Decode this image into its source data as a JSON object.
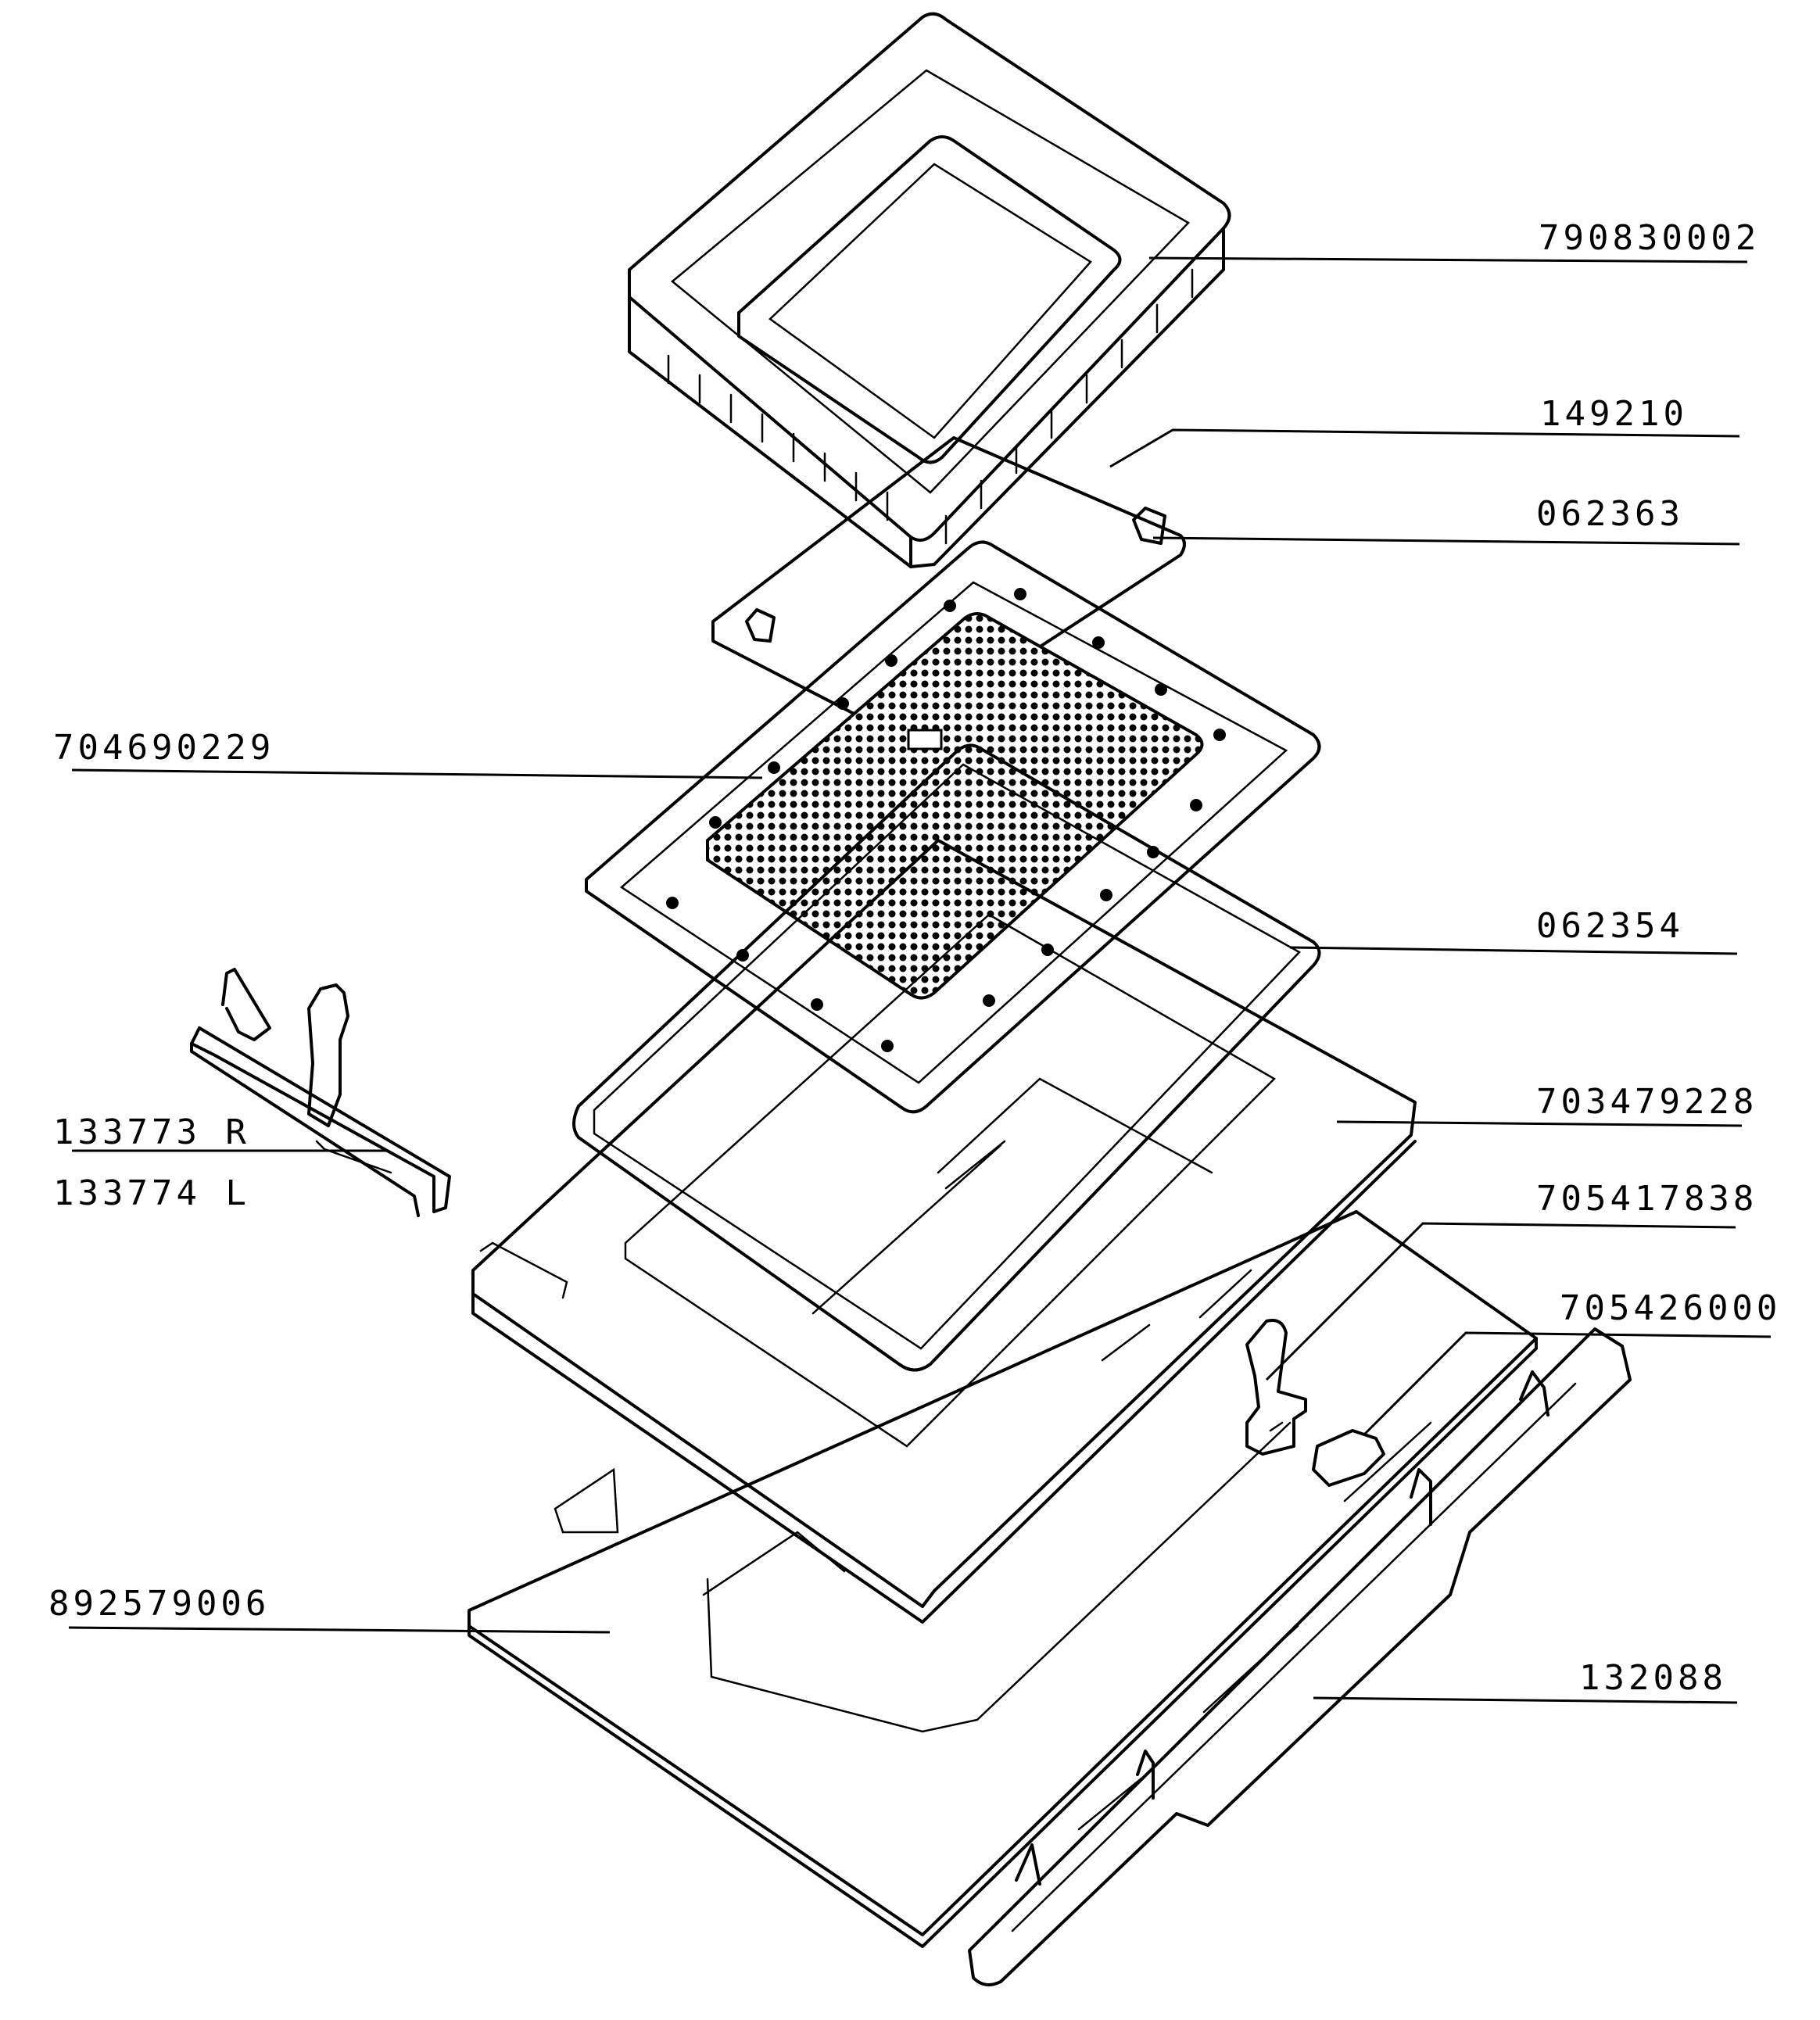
{
  "diagram": {
    "part_numbers": {
      "p790830002": "790830002",
      "p149210": "149210",
      "p062363": "062363",
      "p704690229": "704690229",
      "p062354": "062354",
      "p703479228": "703479228",
      "p133773r": "133773 R",
      "p133774l": "133774 L",
      "p705417838": "705417838",
      "p705426000": "705426000",
      "p892579006": "892579006",
      "p132088": "132088"
    }
  }
}
